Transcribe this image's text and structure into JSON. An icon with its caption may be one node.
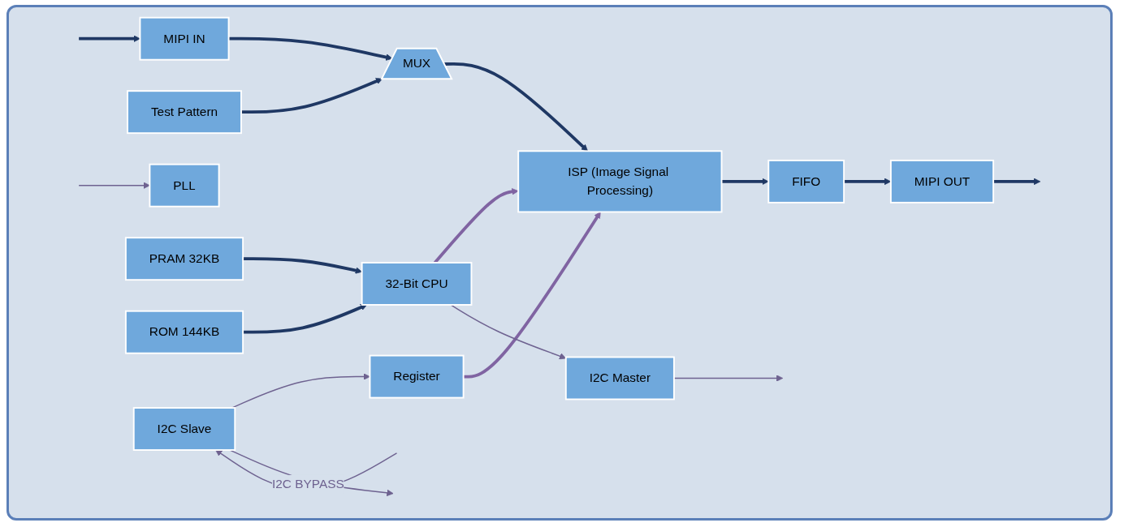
{
  "diagram": {
    "nodes": [
      {
        "text": [
          "MIPI IN"
        ]
      },
      {
        "text": [
          "Test Pattern"
        ]
      },
      {
        "text": [
          "MUX"
        ]
      },
      {
        "text": [
          "ISP (Image Signal Processing)"
        ]
      },
      {
        "text": [
          "FIFO"
        ]
      },
      {
        "text": [
          "MIPI OUT"
        ]
      },
      {
        "text": [
          "PLL"
        ]
      },
      {
        "text": [
          "Register"
        ]
      },
      {
        "text": [
          "32-Bit CPU"
        ]
      },
      {
        "text": [
          "PRAM 32KB"
        ]
      },
      {
        "text": [
          "ROM 144KB"
        ]
      },
      {
        "text": [
          "I2C Master"
        ]
      },
      {
        "text": [
          "I2C Slave"
        ]
      }
    ],
    "edges": [
      {
        "from": null,
        "to": 0,
        "arrow": "to"
      },
      {
        "from": 0,
        "to": 2,
        "arrow": "to"
      },
      {
        "from": 1,
        "to": 2,
        "arrow": "to"
      },
      {
        "from": 2,
        "to": 3,
        "arrow": "to"
      },
      {
        "from": 3,
        "to": 4,
        "arrow": "to"
      },
      {
        "from": 4,
        "to": 5,
        "arrow": "to"
      },
      {
        "from": 5,
        "to": null,
        "arrow": "to"
      },
      {
        "from": null,
        "to": 6,
        "arrow": "to",
        "color": "#6e6290"
      },
      {
        "from": 8,
        "to": 3,
        "arrow": "to",
        "color": "#8064a2"
      },
      {
        "from": 7,
        "to": 3,
        "arrow": "to",
        "color": "#8064a2"
      },
      {
        "from": 9,
        "to": 8,
        "arrow": "to"
      },
      {
        "from": 10,
        "to": 8,
        "arrow": "to"
      },
      {
        "from": 8,
        "to": 11,
        "arrow": "to",
        "color": "#6e6290"
      },
      {
        "from": 11,
        "to": null,
        "arrow": "to",
        "color": "#6e6290"
      },
      {
        "from": 12,
        "to": 7,
        "arrow": "to",
        "color": "#6e6290"
      },
      {
        "from": null,
        "to": 12,
        "arrow": "to",
        "color": "#6e6290"
      },
      {
        "from": 12,
        "to": null,
        "arrow": "to",
        "label": "I2C BYPASS",
        "color": "#6e6290"
      }
    ]
  }
}
